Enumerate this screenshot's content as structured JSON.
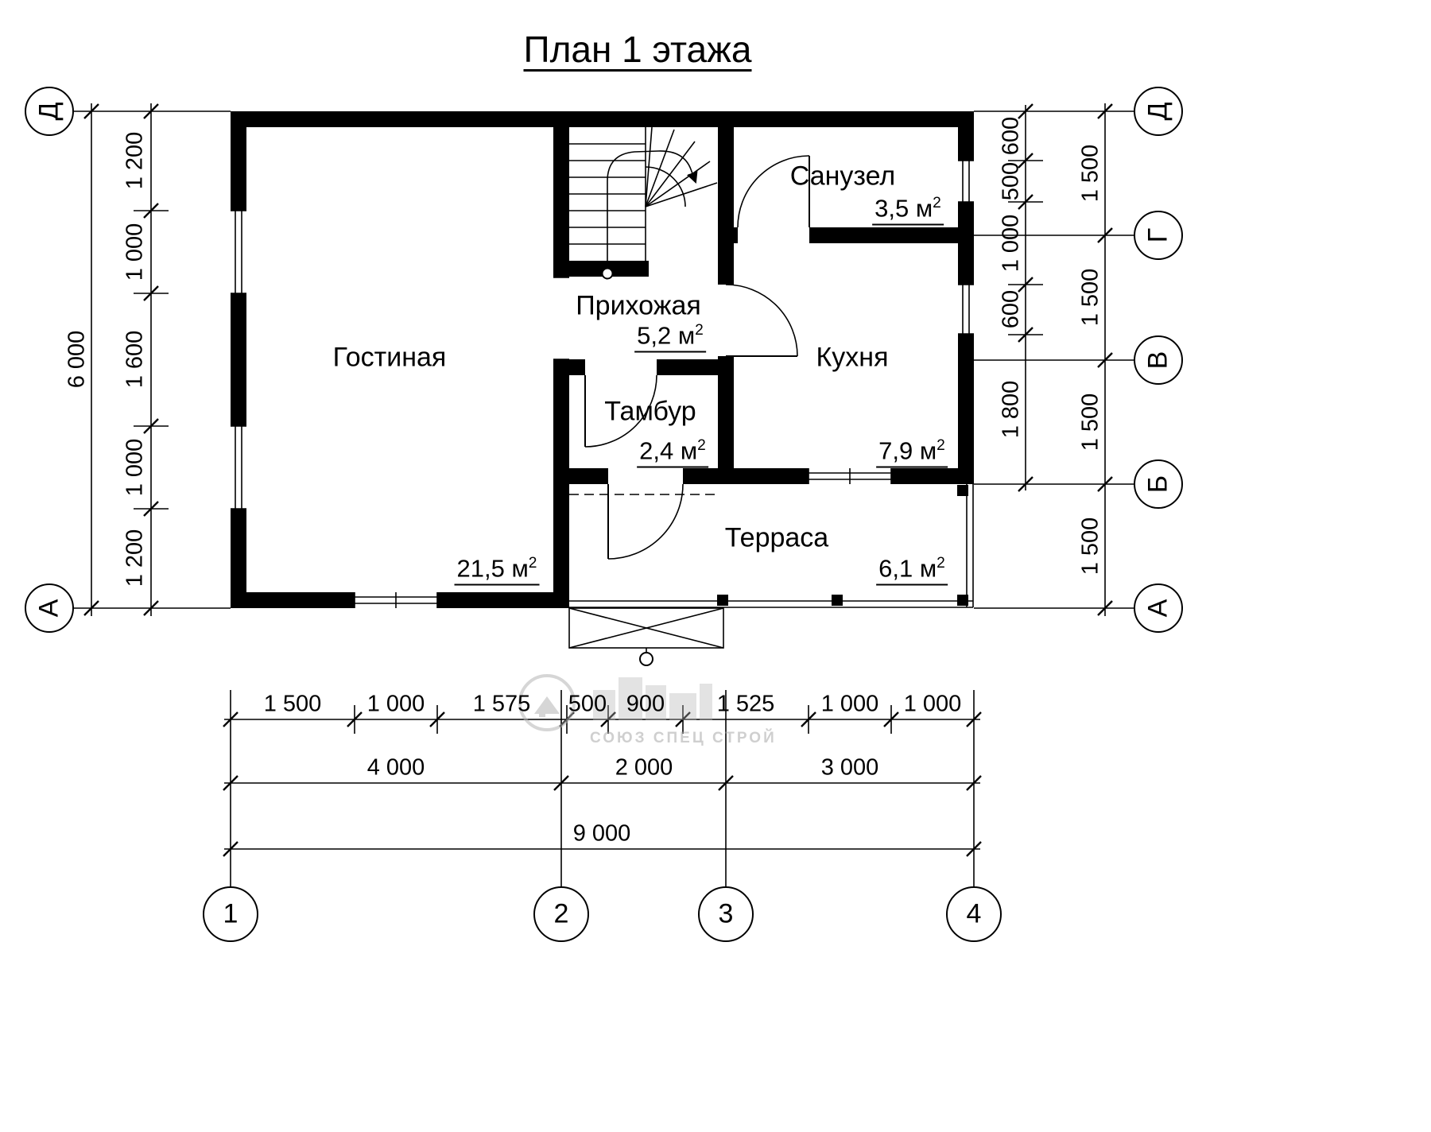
{
  "title": "План 1 этажа",
  "rooms": {
    "living": {
      "name": "Гостиная",
      "area": "21,5 м",
      "sup": "2"
    },
    "hall": {
      "name": "Прихожая",
      "area": "5,2 м",
      "sup": "2"
    },
    "wc": {
      "name": "Санузел",
      "area": "3,5 м",
      "sup": "2"
    },
    "kitchen": {
      "name": "Кухня",
      "area": "7,9 м",
      "sup": "2"
    },
    "tambour": {
      "name": "Тамбур",
      "area": "2,4 м",
      "sup": "2"
    },
    "terrace": {
      "name": "Терраса",
      "area": "6,1 м",
      "sup": "2"
    }
  },
  "axes": {
    "left": [
      "Д",
      "А"
    ],
    "right": [
      "Д",
      "Г",
      "В",
      "Б",
      "А"
    ],
    "bottom": [
      "1",
      "2",
      "3",
      "4"
    ]
  },
  "dims": {
    "left_inner": [
      "1 200",
      "1 000",
      "1 600",
      "1 000",
      "1 200"
    ],
    "left_total": "6 000",
    "right_inner": [
      "600",
      "500",
      "1 000",
      "600",
      "1 800"
    ],
    "right_outer": [
      "1 500",
      "1 500",
      "1 500",
      "1 500"
    ],
    "bottom_row1": [
      "1 500",
      "1 000",
      "1 575",
      "500",
      "900",
      "1 525",
      "1 000",
      "1 000"
    ],
    "bottom_row2": [
      "4 000",
      "2 000",
      "3 000"
    ],
    "bottom_total": "9 000"
  },
  "watermark": {
    "text": "СОЮЗ СПЕЦ СТРОЙ"
  }
}
